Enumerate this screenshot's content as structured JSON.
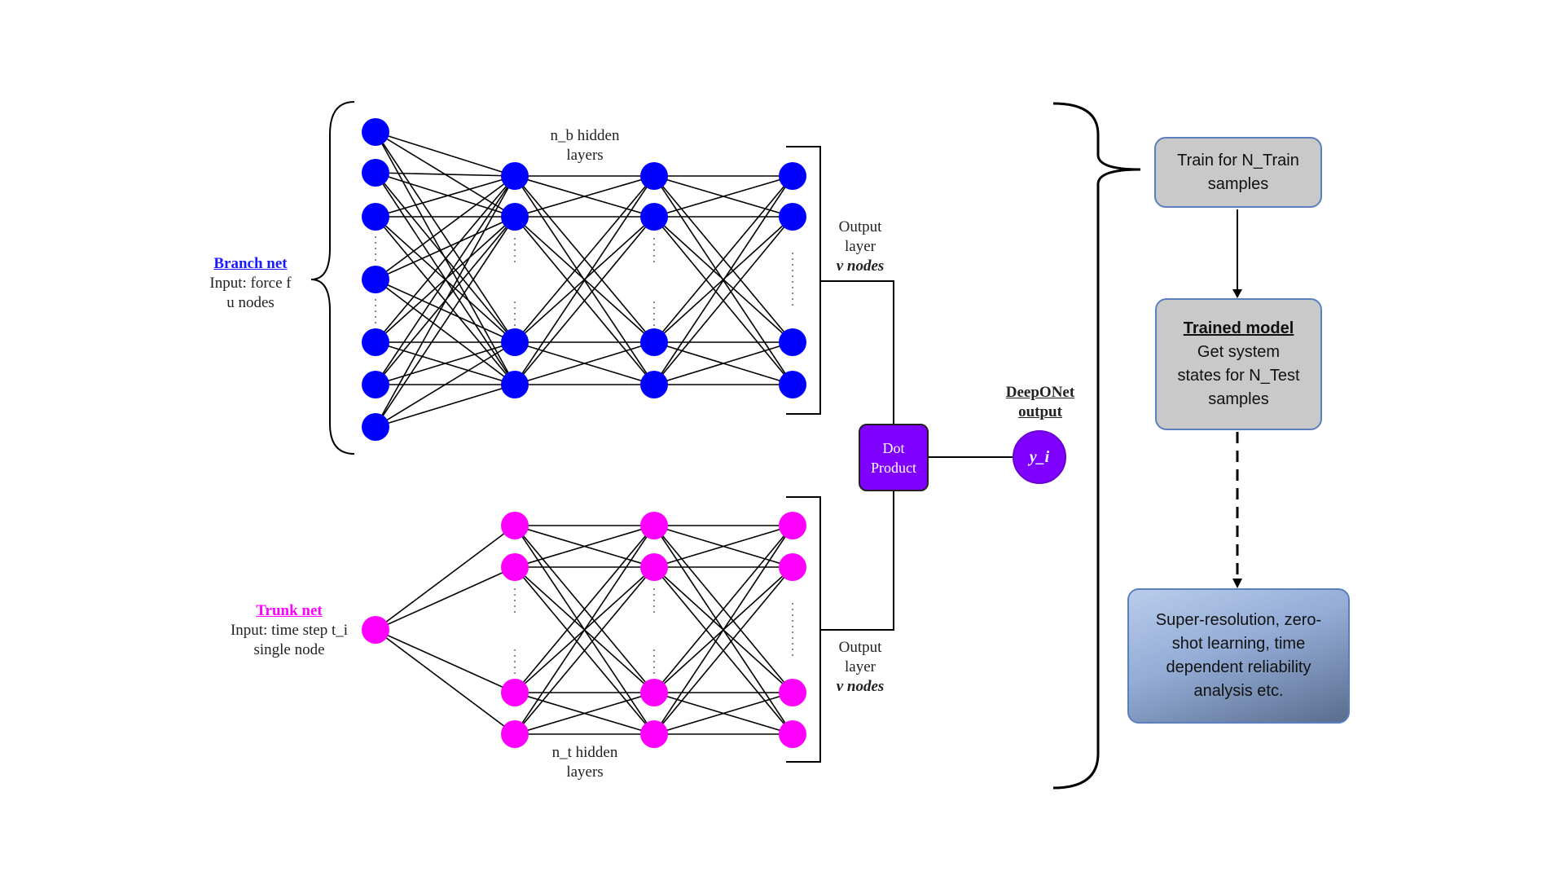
{
  "branch": {
    "title": "Branch net",
    "line1": "Input: force f",
    "line2": "u nodes",
    "color": "#0000ff",
    "hidden_label_line1": "n_b hidden",
    "hidden_label_line2": "layers",
    "output_line1": "Output",
    "output_line2": "layer",
    "output_line3": "v nodes"
  },
  "trunk": {
    "title": "Trunk net",
    "line1": "Input: time step t_i",
    "line2": "single node",
    "color": "#ff00ff",
    "hidden_label_line1": "n_t hidden",
    "hidden_label_line2": "layers",
    "output_line1": "Output",
    "output_line2": "layer",
    "output_line3": "v nodes"
  },
  "dot_product": {
    "line1": "Dot",
    "line2": "Product",
    "color": "#8000ff"
  },
  "output_node": {
    "label": "y_i"
  },
  "deeponet_output": {
    "line1": "DeepONet",
    "line2": "output"
  },
  "flow": {
    "train": {
      "line1": "Train for N_Train",
      "line2": "samples"
    },
    "trained": {
      "title": "Trained model",
      "line1": "Get system",
      "line2": "states for N_Test",
      "line3": "samples"
    },
    "apps": {
      "line1": "Super-resolution, zero-",
      "line2": "shot learning, time",
      "line3": "dependent reliability",
      "line4": "analysis etc."
    }
  }
}
